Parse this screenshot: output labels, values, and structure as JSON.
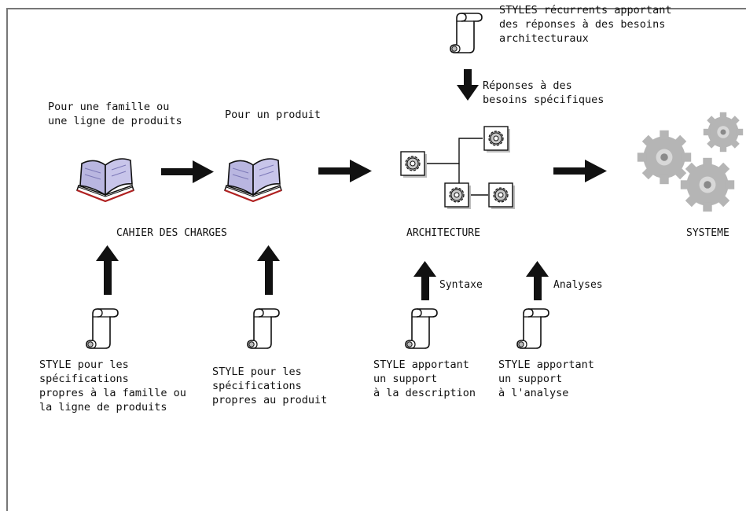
{
  "colors": {
    "line": "#111111",
    "frame": "#777777",
    "book_page": "#b9b6e0",
    "book_red": "#b02020",
    "gear": "#b5b5b5"
  },
  "icons": [
    "scroll-icon",
    "book-icon",
    "gear-icon",
    "gears-icon"
  ],
  "top": {
    "styles_recurrents": "STYLES récurrents apportant\ndes réponses à des besoins\narchitecturaux",
    "reponses": "Réponses à des\nbesoins spécifiques"
  },
  "books": {
    "famille": "Pour une famille ou\nune ligne de produits",
    "produit": "Pour un produit"
  },
  "labels": {
    "cahier": "CAHIER DES CHARGES",
    "architecture": "ARCHITECTURE",
    "systeme": "SYSTEME",
    "syntaxe": "Syntaxe",
    "analyses": "Analyses"
  },
  "bottom": {
    "style_famille": "STYLE pour les\nspécifications\npropres à la famille ou\nla ligne de produits",
    "style_produit": "STYLE pour les\nspécifications\npropres au produit",
    "style_description": "STYLE apportant\nun support\nà la description",
    "style_analyse": "STYLE apportant\nun support\nà l'analyse"
  }
}
